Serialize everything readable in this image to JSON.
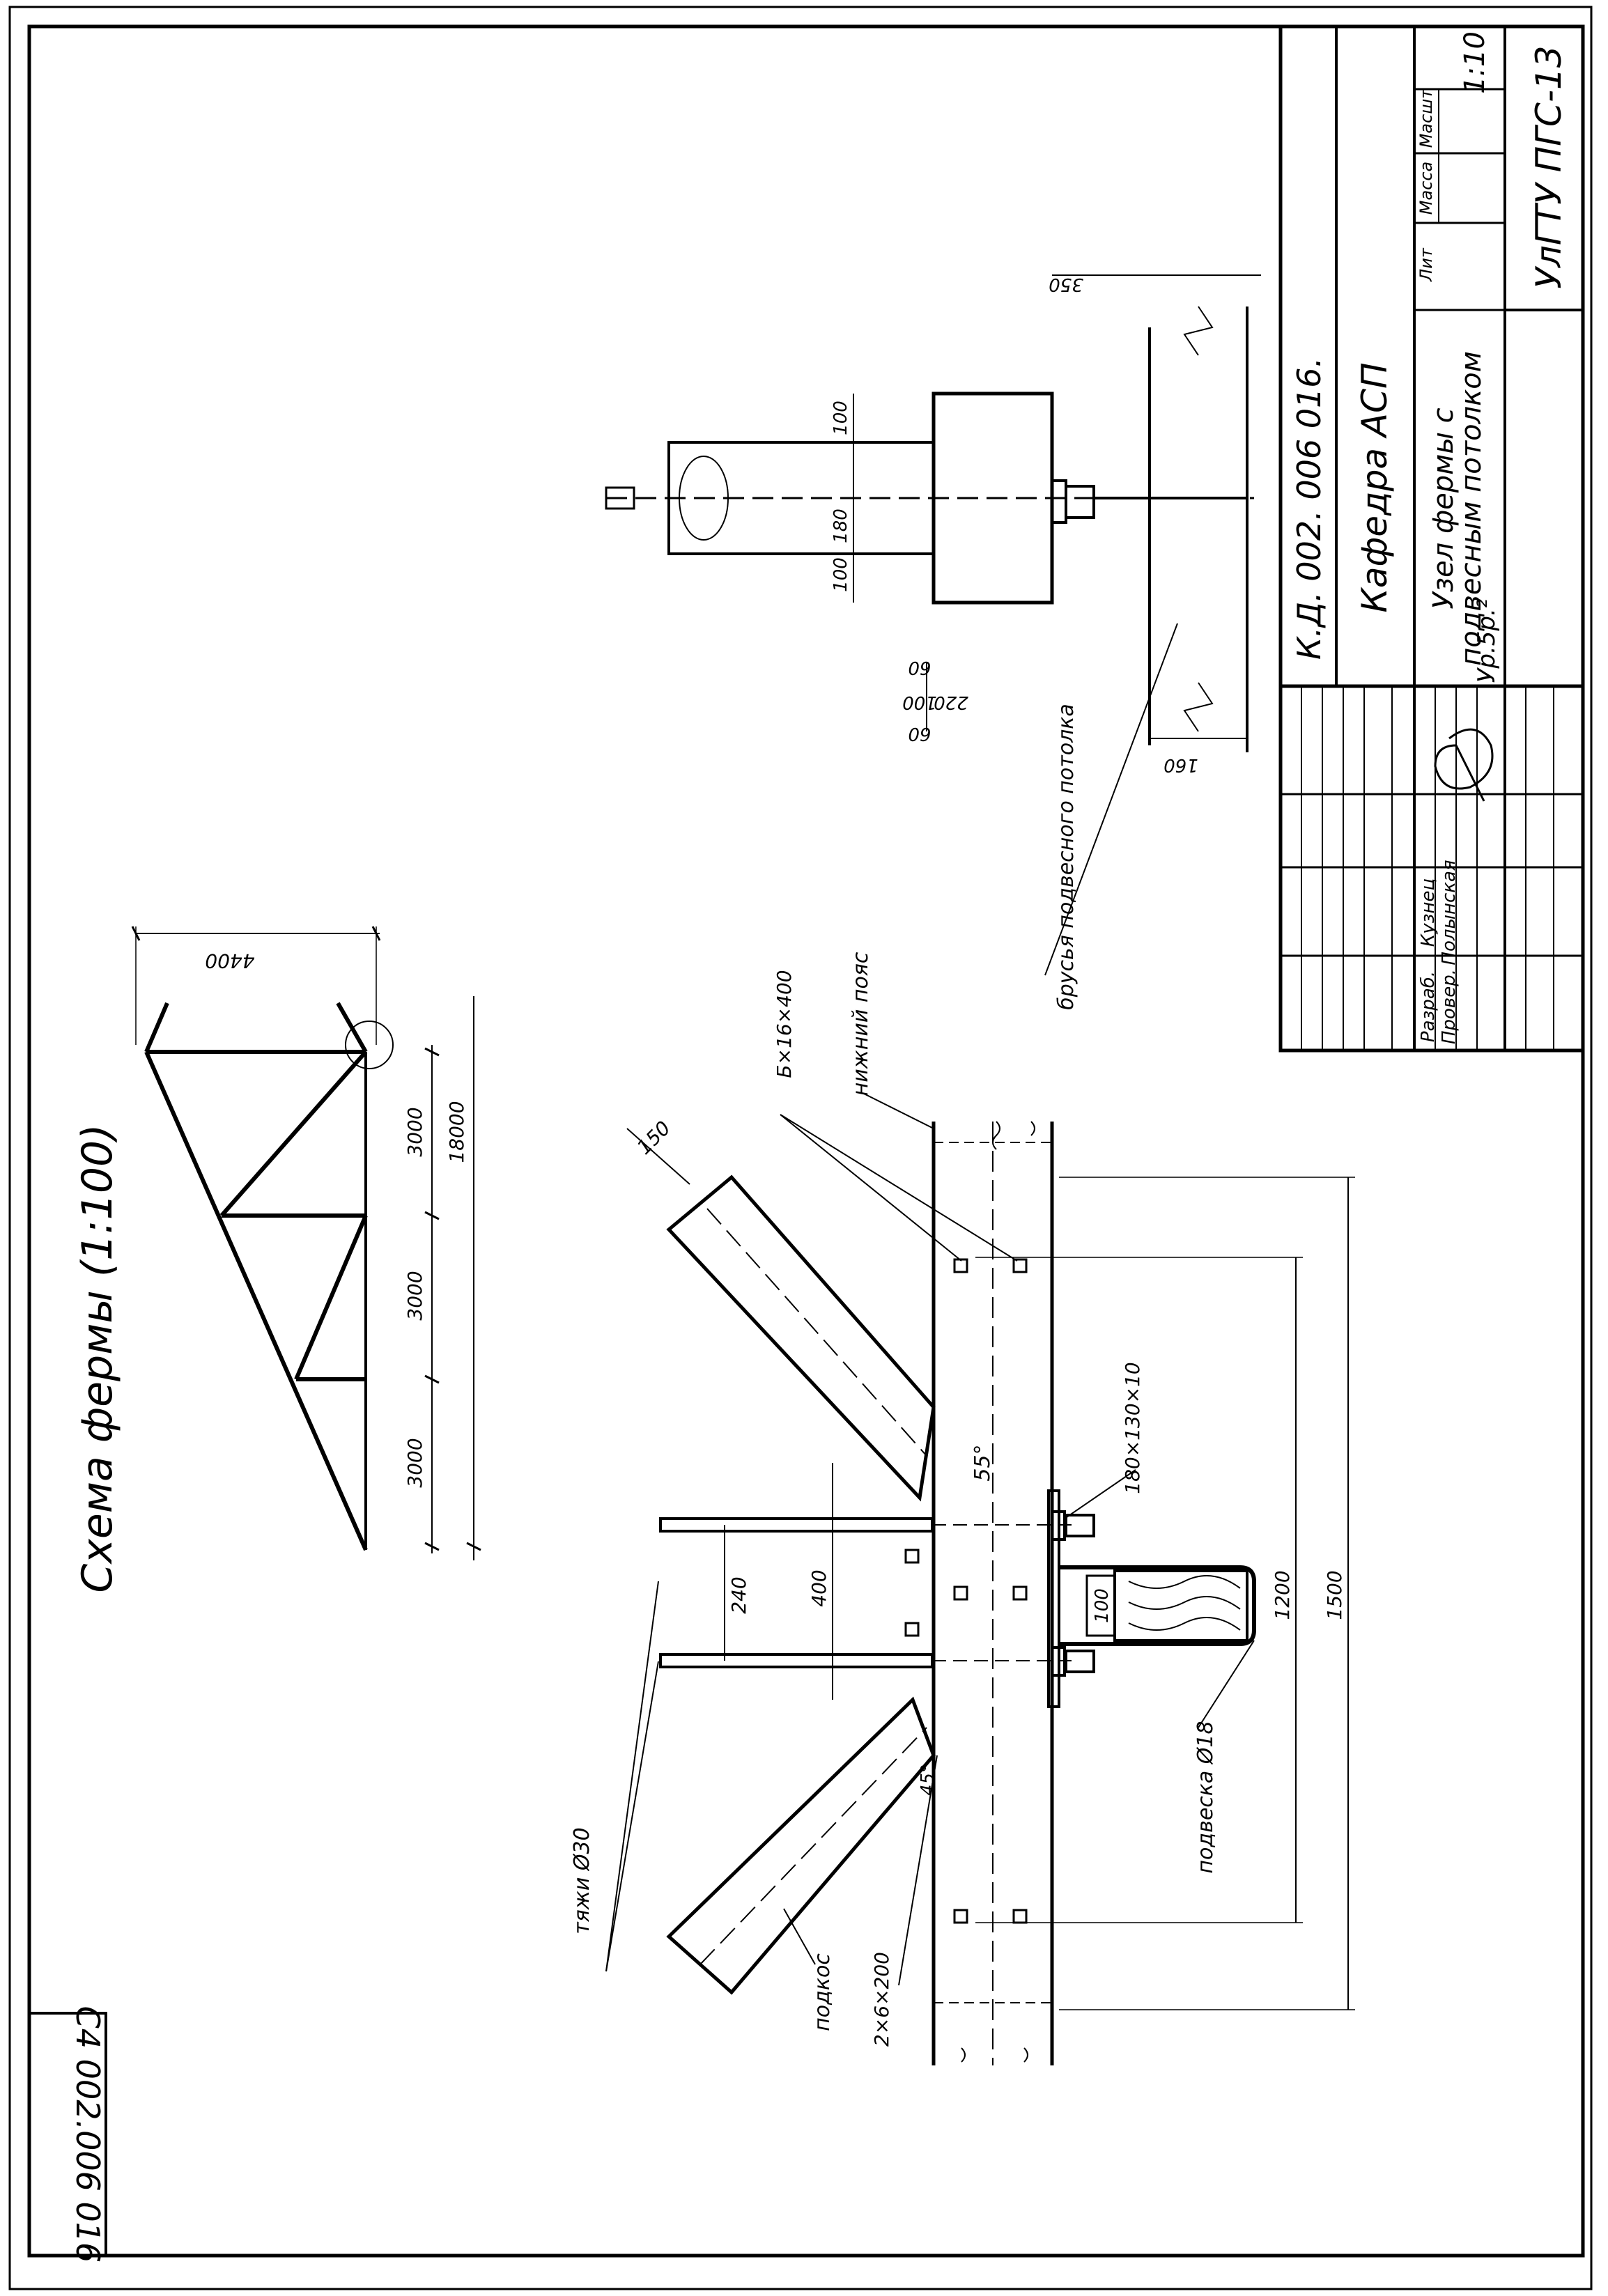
{
  "title_block": {
    "doc_code": "К.Д. 002. 006 016.",
    "department": "Кафедра АСП",
    "drawing_title_line1": "Узел фермы с",
    "drawing_title_line2": "подвесным потолком",
    "stage_header": "Лит",
    "mass_header": "Масса",
    "scale_header": "Масшт",
    "scale_value": "1:10",
    "organization": "УлГТУ ПГС-13",
    "role_1": "Разраб.",
    "role_2": "Провер.",
    "name_1": "Кузнец",
    "name_2": "Полынская",
    "misc_text": "Ур.5р.²"
  },
  "corner_stamp": "С4 002.006 016",
  "truss_scheme": {
    "title": "Схема фермы (1:100)",
    "dims": [
      "3000",
      "3000",
      "3000",
      "18000",
      "4400"
    ]
  },
  "node_detail": {
    "labels": {
      "rods": "тяжи Ø30",
      "brace": "подкос",
      "brace_section": "2×6×200",
      "lower_chord": "нижний пояс",
      "plate": "Б×16×400",
      "hanger": "подвеска Ø18",
      "washer": "180×130×10",
      "angle_top": "55°",
      "angle_bottom": "45°",
      "brace_width": "150"
    },
    "dims": [
      "240",
      "400",
      "100",
      "1200",
      "1500"
    ]
  },
  "section_view": {
    "labels": {
      "ceiling_beams": "брусья подвесного потолка"
    },
    "dims": [
      "100",
      "180",
      "100",
      "60",
      "100",
      "60",
      "220",
      "350",
      "160"
    ]
  }
}
